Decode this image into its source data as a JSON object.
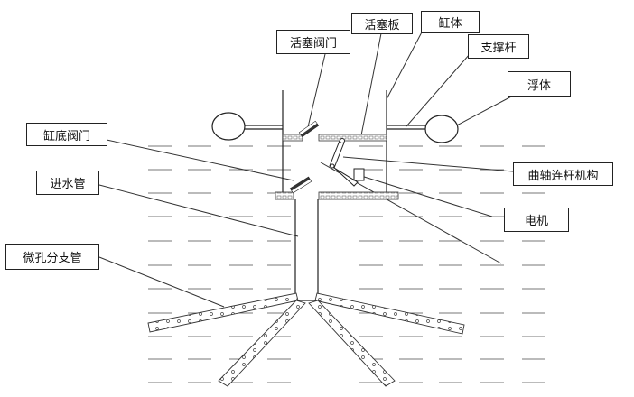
{
  "labels": {
    "piston_plate": "活塞板",
    "cylinder": "缸体",
    "piston_valve": "活塞阀门",
    "support_rod": "支撑杆",
    "float": "浮体",
    "bottom_valve": "缸底阀门",
    "crank": "曲轴连杆机构",
    "inlet_pipe": "进水管",
    "motor": "电机",
    "branch_pipe": "微孔分支管"
  },
  "colors": {
    "line": "#222222",
    "water": "#777777"
  }
}
